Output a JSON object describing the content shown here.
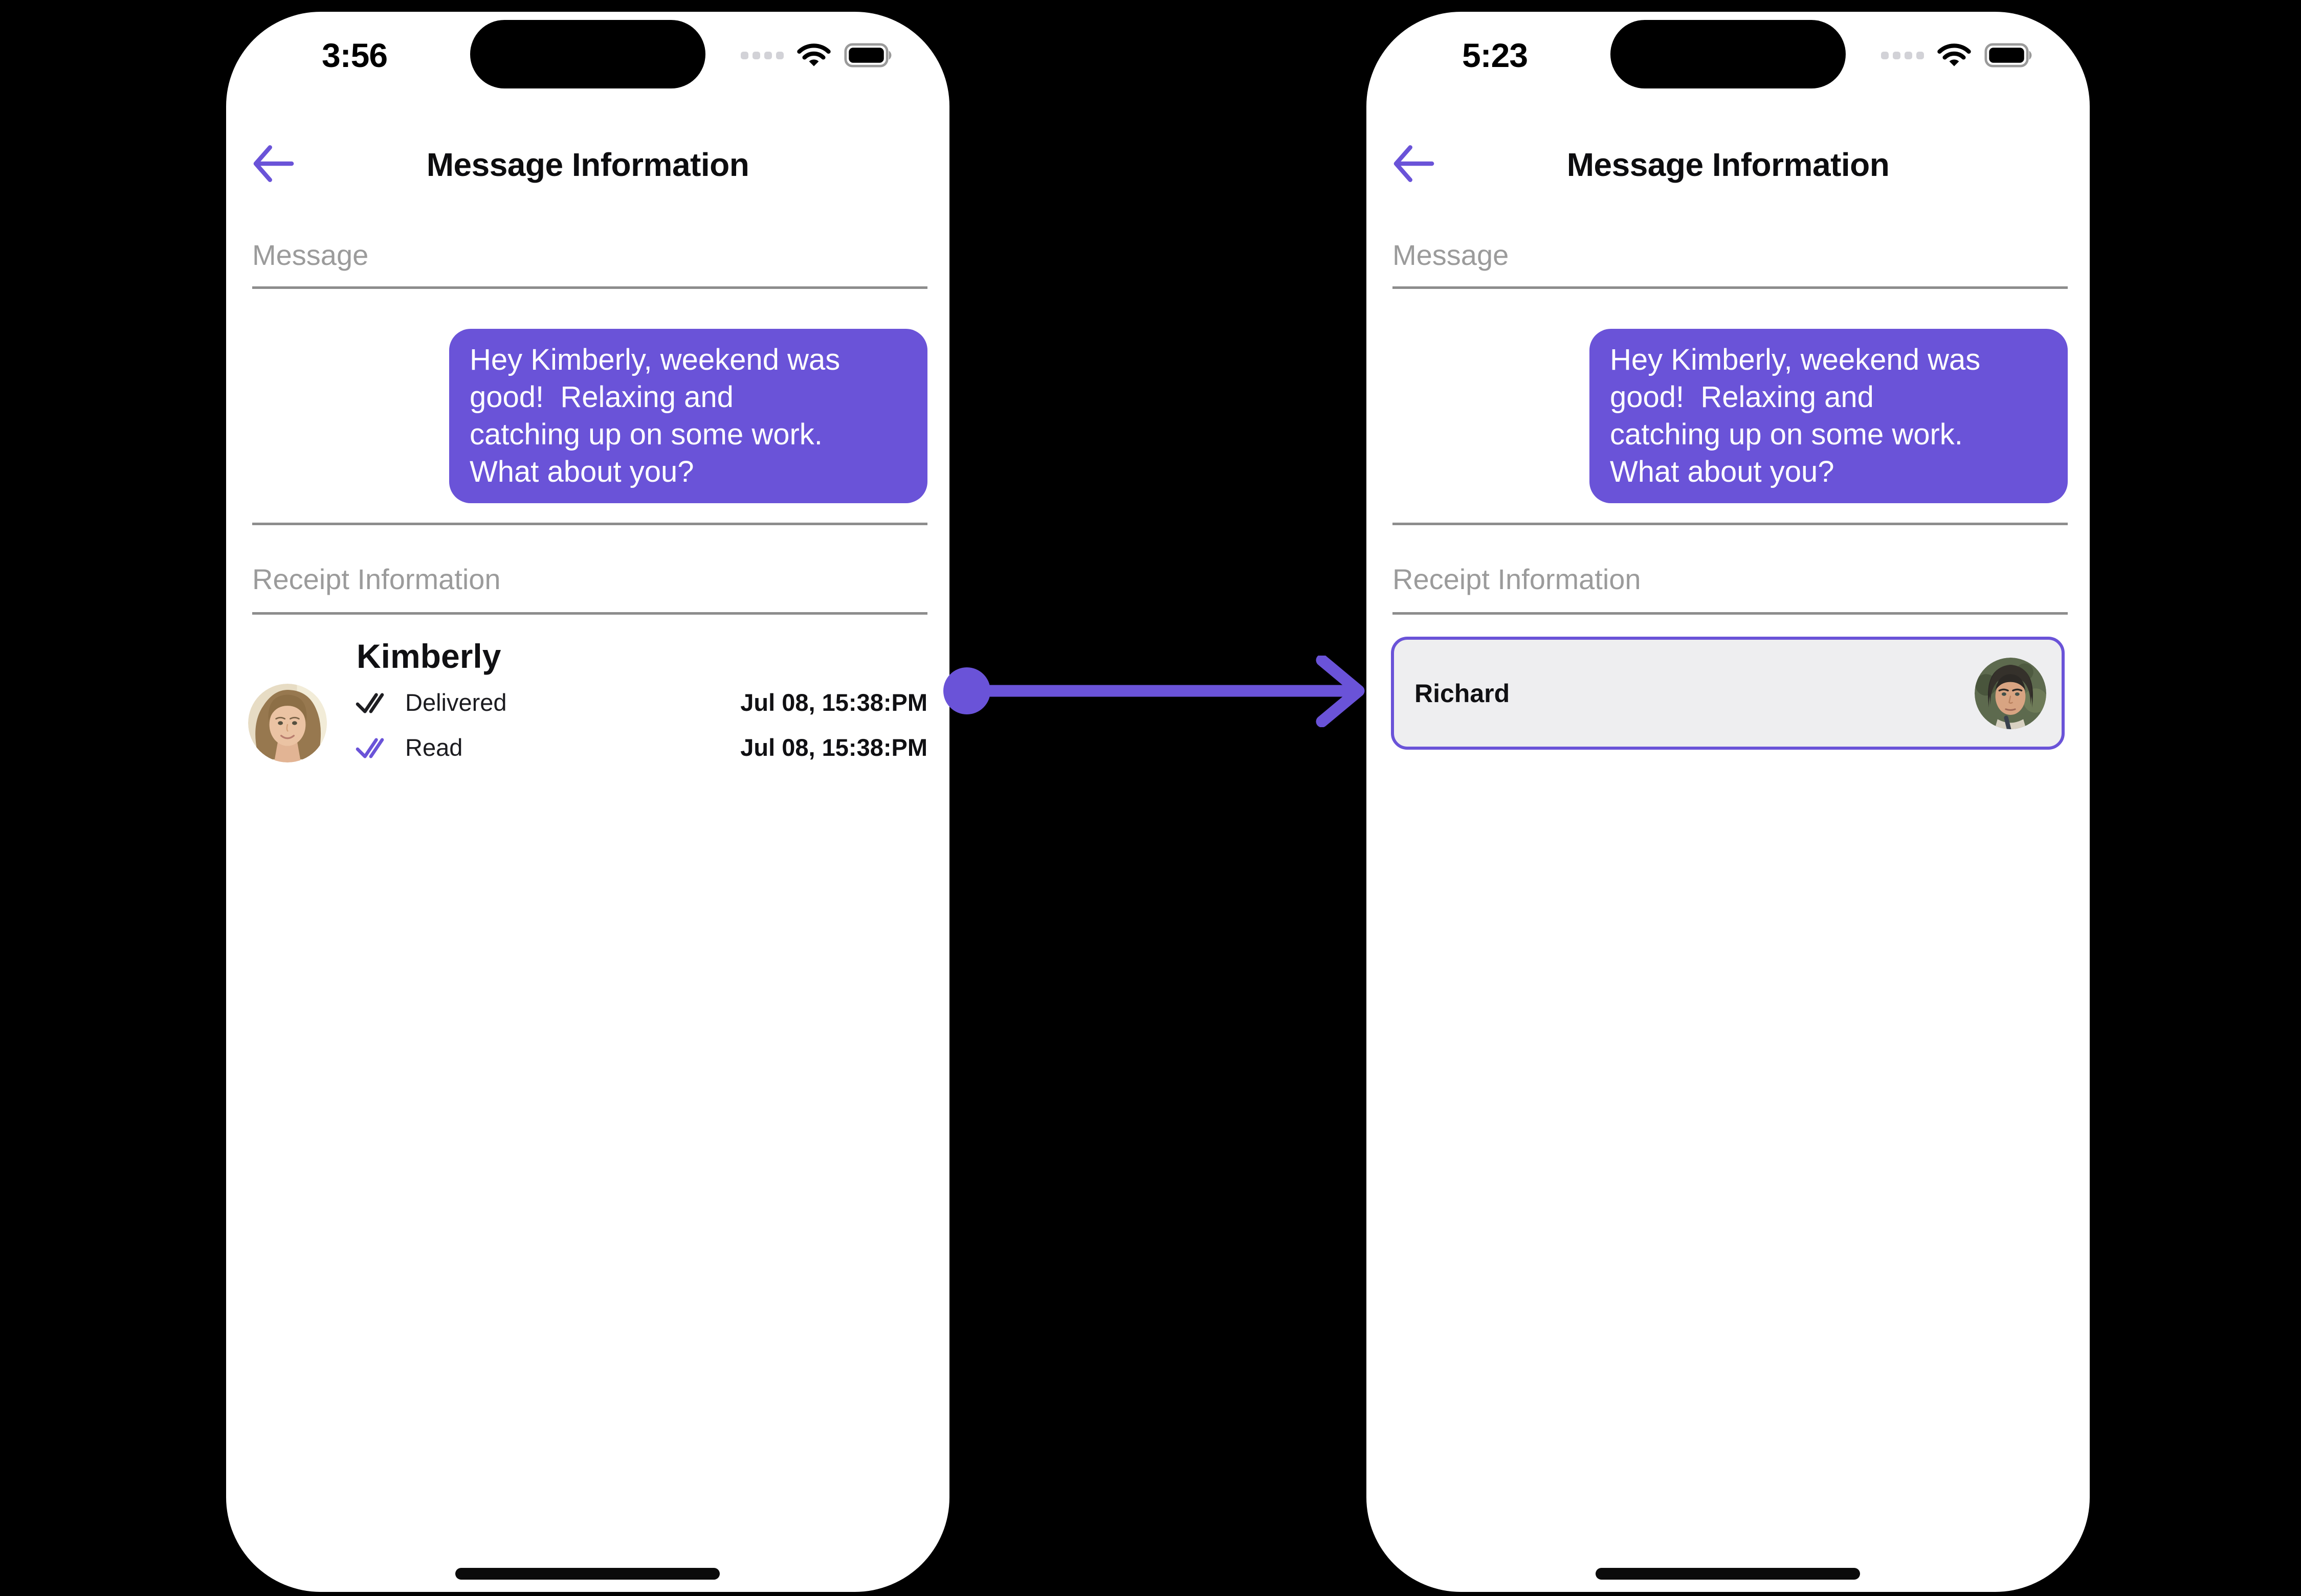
{
  "colors": {
    "accent": "#6A53D8",
    "background": "#000000",
    "bubble_text": "#FFFFFF",
    "label_gray": "#9B9B9B",
    "divider_gray": "#8D8D8D",
    "card_background": "#EEEEF0"
  },
  "icons": {
    "back": "arrow-left-icon",
    "cellular": "cellular-signal-dots-icon",
    "wifi": "wifi-icon",
    "battery": "battery-full-icon",
    "delivered": "double-check-icon",
    "read": "double-check-icon",
    "between_phones": "arrow-right-connector"
  },
  "left_phone": {
    "status_bar": {
      "time": "3:56"
    },
    "header": {
      "title": "Message Information"
    },
    "message_section": {
      "label": "Message",
      "bubble_text": "Hey Kimberly, weekend was\ngood!  Relaxing and\ncatching up on some work.\nWhat about you?"
    },
    "receipt_section": {
      "label": "Receipt Information",
      "contact_name": "Kimberly",
      "rows": [
        {
          "status": "Delivered",
          "timestamp": "Jul 08, 15:38:PM"
        },
        {
          "status": "Read",
          "timestamp": "Jul 08, 15:38:PM"
        }
      ]
    }
  },
  "right_phone": {
    "status_bar": {
      "time": "5:23"
    },
    "header": {
      "title": "Message Information"
    },
    "message_section": {
      "label": "Message",
      "bubble_text": "Hey Kimberly, weekend was\ngood!  Relaxing and\ncatching up on some work.\nWhat about you?"
    },
    "receipt_section": {
      "label": "Receipt Information",
      "contact_name": "Richard"
    }
  }
}
